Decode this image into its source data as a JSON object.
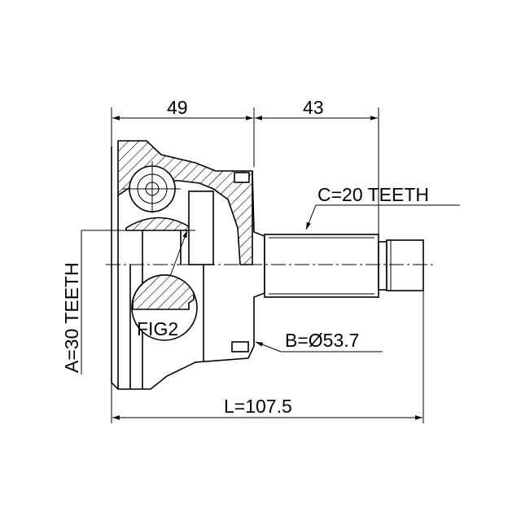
{
  "dimensions": {
    "inner_length": "49",
    "shaft_length": "43",
    "outer_spline": "C=20 TEETH",
    "inner_spline": "A=30 TEETH",
    "seal_diameter": "B=Ø53.7",
    "total_length": "L=107.5"
  },
  "figure_label": "FIG2",
  "colors": {
    "line": "#000000",
    "background": "#ffffff"
  }
}
